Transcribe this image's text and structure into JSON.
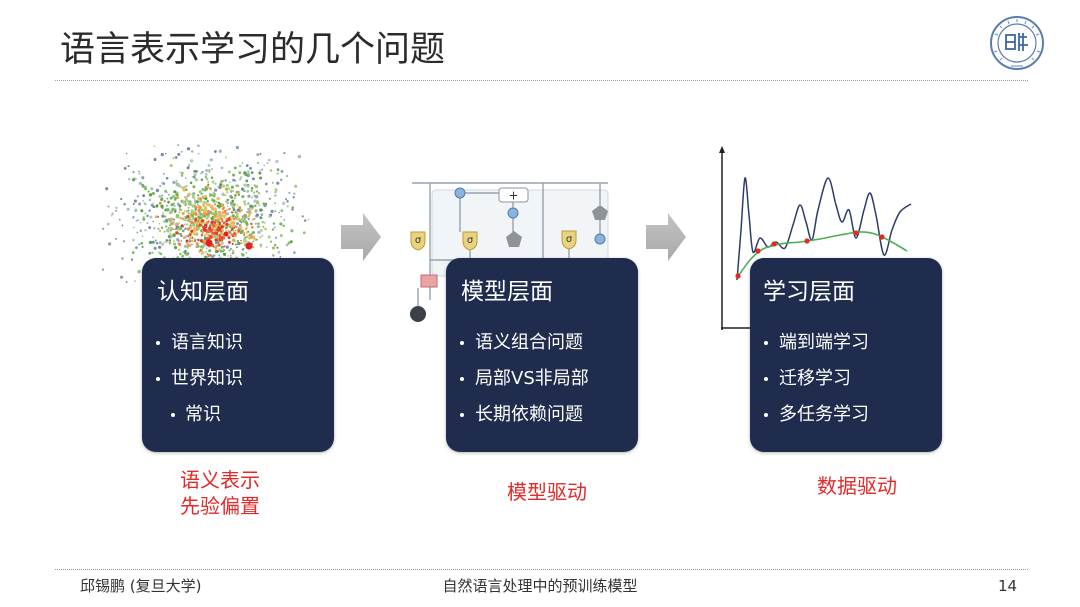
{
  "header": {
    "title": "语言表示学习的几个问题",
    "logo_icon": "university-seal-icon"
  },
  "panels": [
    {
      "heading": "认知层面",
      "bullets": [
        {
          "text": "语言知识"
        },
        {
          "text": "世界知识",
          "sub": [
            "常识"
          ]
        }
      ],
      "caption": [
        "语义表示",
        "先验偏置"
      ]
    },
    {
      "heading": "模型层面",
      "bullets": [
        {
          "text": "语义组合问题"
        },
        {
          "text": "局部VS非局部"
        },
        {
          "text": "长期依赖问题"
        }
      ],
      "caption": [
        "模型驱动"
      ]
    },
    {
      "heading": "学习层面",
      "bullets": [
        {
          "text": "端到端学习"
        },
        {
          "text": "迁移学习"
        },
        {
          "text": "多任务学习"
        }
      ],
      "caption": [
        "数据驱动"
      ]
    }
  ],
  "arrows": [
    {
      "icon": "right-arrow-icon"
    },
    {
      "icon": "right-arrow-icon"
    }
  ],
  "lstm_diagram": {
    "gate_label": "σ",
    "add_label": "+"
  },
  "footer": {
    "author": "邱锡鹏 (复旦大学)",
    "talk_title": "自然语言处理中的预训练模型",
    "page_number": "14"
  },
  "colors": {
    "panel_background": "#1f2c4e",
    "caption_text": "#e32a2a",
    "arrow": "#a8a8a8",
    "title_text": "#2b2b2b"
  }
}
